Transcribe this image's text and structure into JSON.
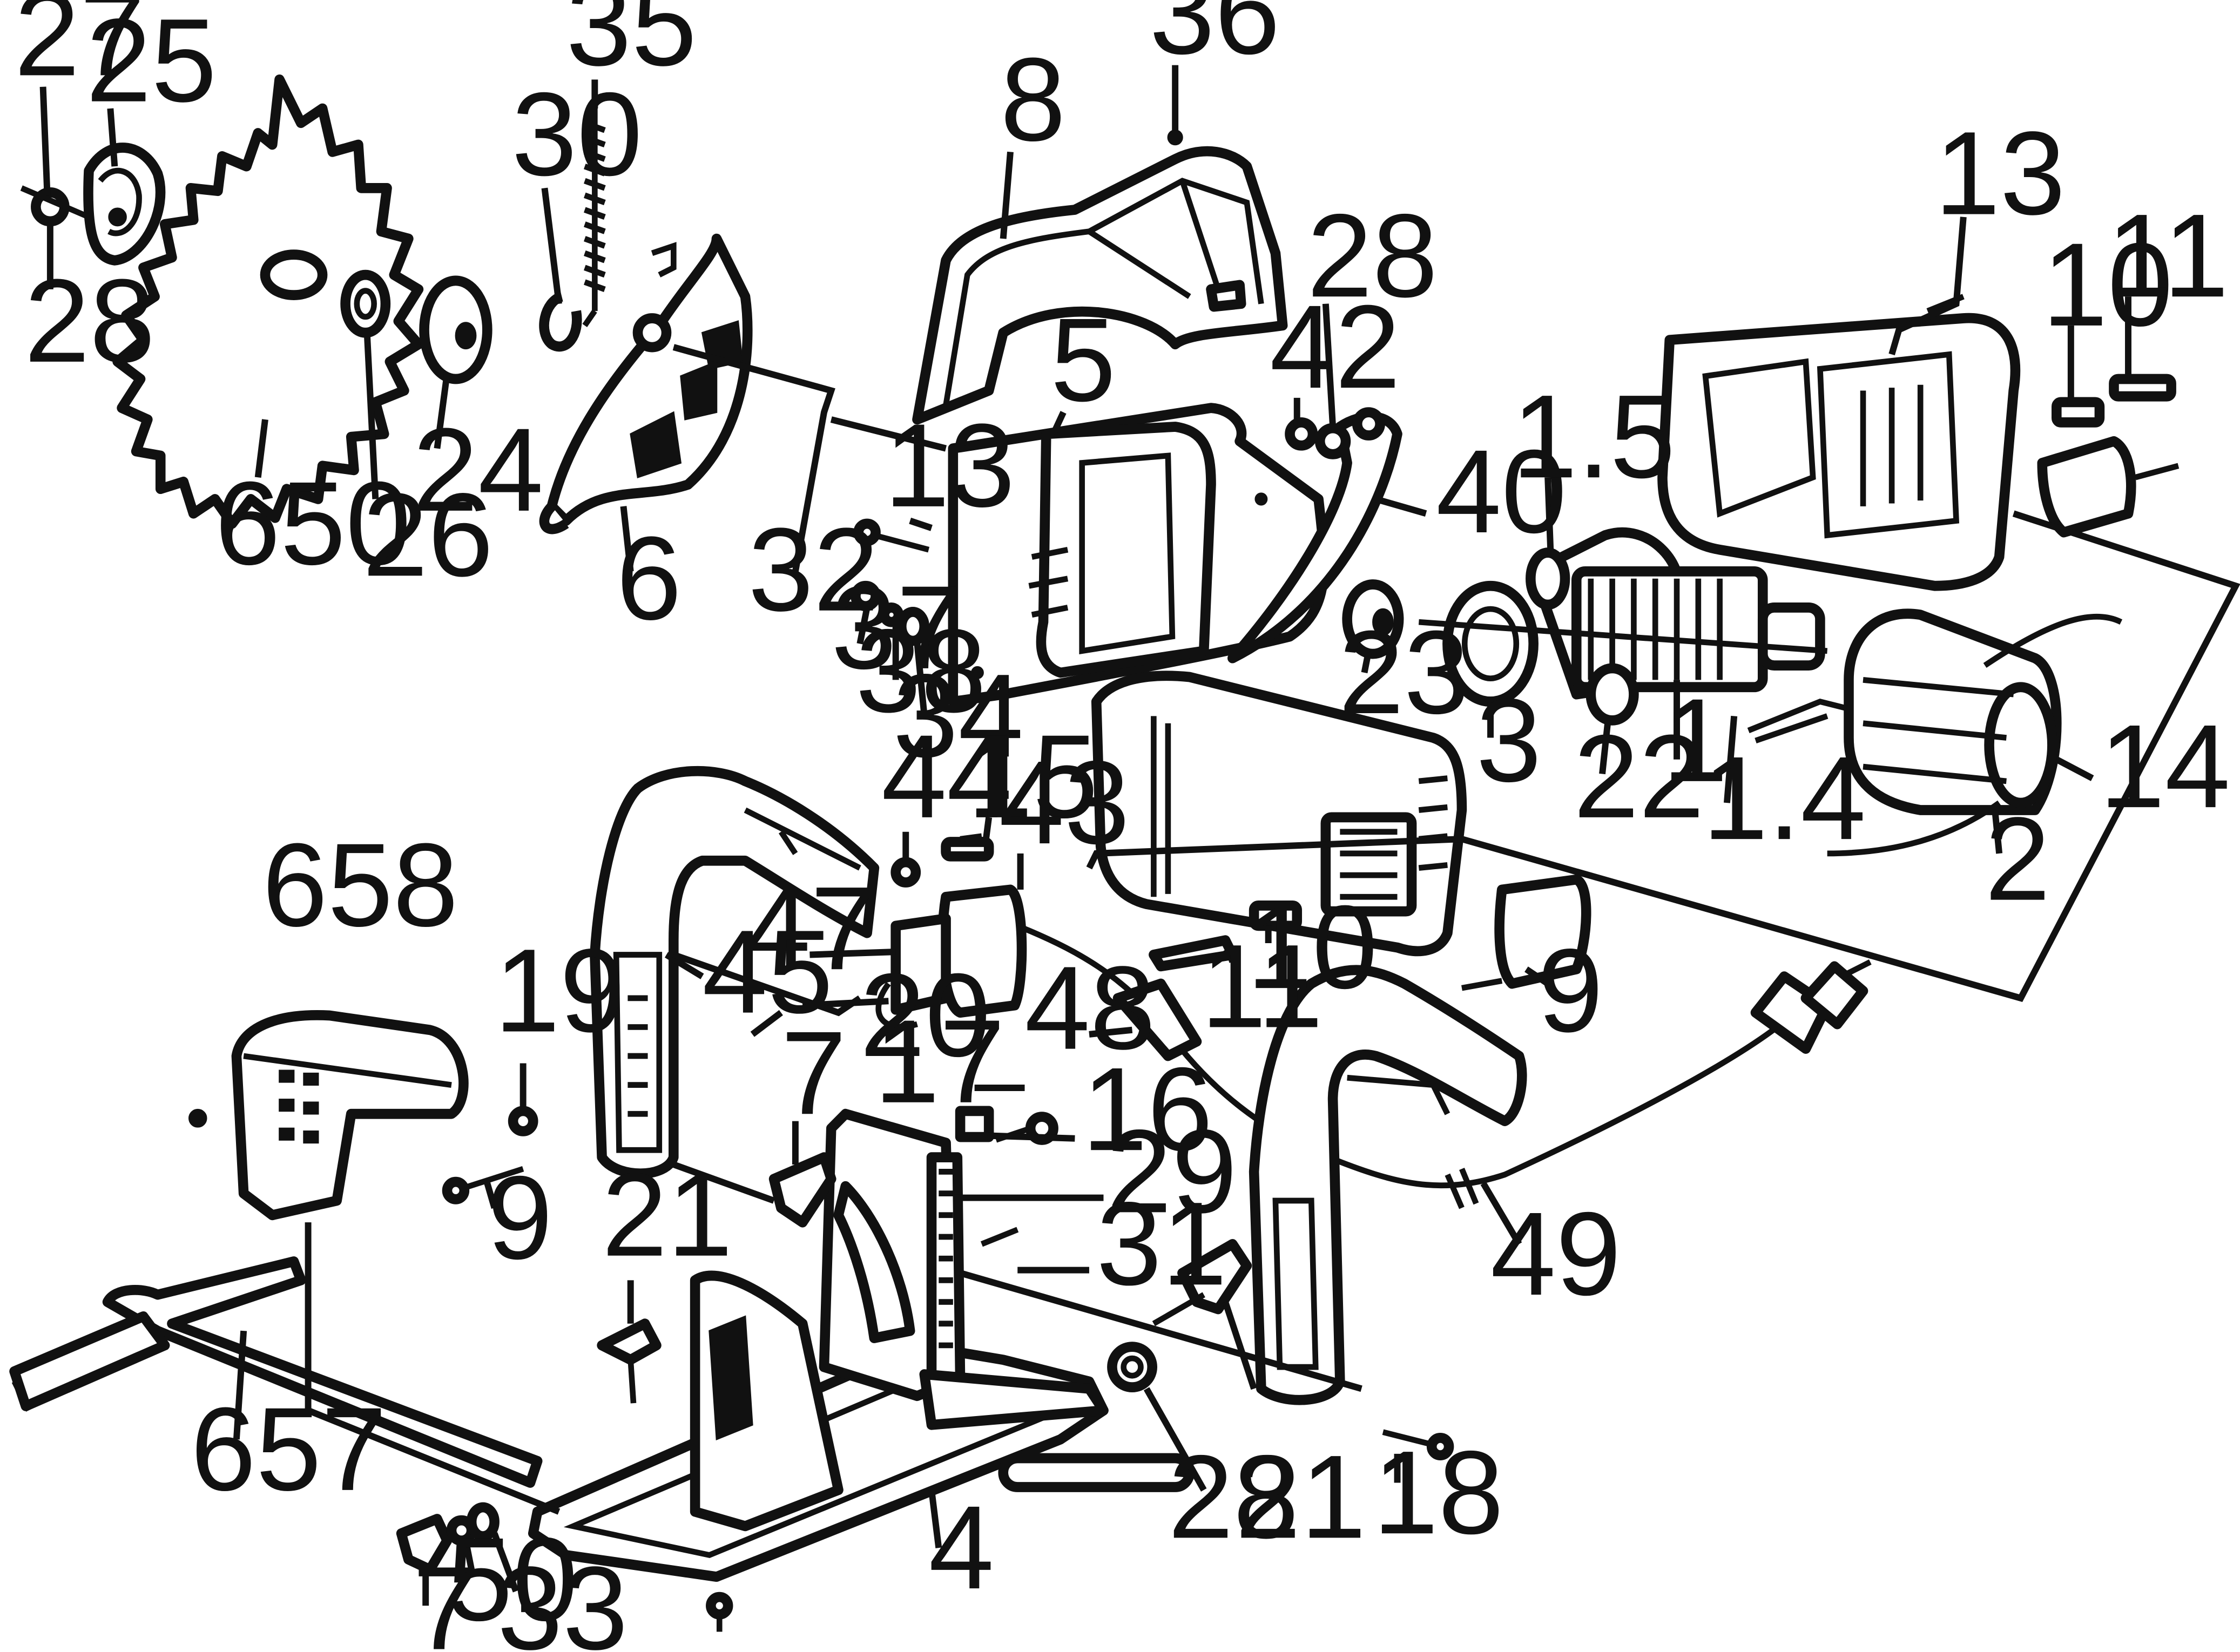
{
  "labels": {
    "l27": "27",
    "l25": "25",
    "l28a": "28",
    "l650": "650",
    "l26": "26",
    "l24": "24",
    "l30": "30",
    "l35": "35",
    "l6": "6",
    "l32": "32",
    "l36": "36",
    "l8": "8",
    "l5": "5",
    "l13a": "13",
    "l37": "37",
    "l38": "38",
    "l34": "34",
    "l28b": "28",
    "l42": "42",
    "l40": "40",
    "l23": "23",
    "l1_5": "1.5",
    "l3": "3",
    "l22": "22",
    "l1": "1",
    "l1_4": "1.4",
    "l13b": "13",
    "l10a": "10",
    "l11a": "11",
    "l14": "14",
    "l2": "2",
    "l15": "15",
    "l44": "44",
    "l43": "43",
    "l47": "47",
    "l45": "45",
    "l20": "20",
    "l48": "48",
    "l11b": "11",
    "l10b": "10",
    "l9a": "9",
    "l658": "658",
    "l19": "19",
    "l9b": "9",
    "l7a": "7",
    "l17": "17",
    "l16": "16",
    "l29": "29",
    "l31": "31",
    "l21a": "21",
    "l21b": "21",
    "l28c": "28",
    "l18": "18",
    "l49": "49",
    "l657": "657",
    "l4": "4",
    "l7b": "7",
    "l50": "50",
    "l33": "33"
  },
  "icons": {
    "blade": "saw-blade-icon",
    "motor": "motor-armature-icon",
    "plug": "power-plug-icon"
  }
}
